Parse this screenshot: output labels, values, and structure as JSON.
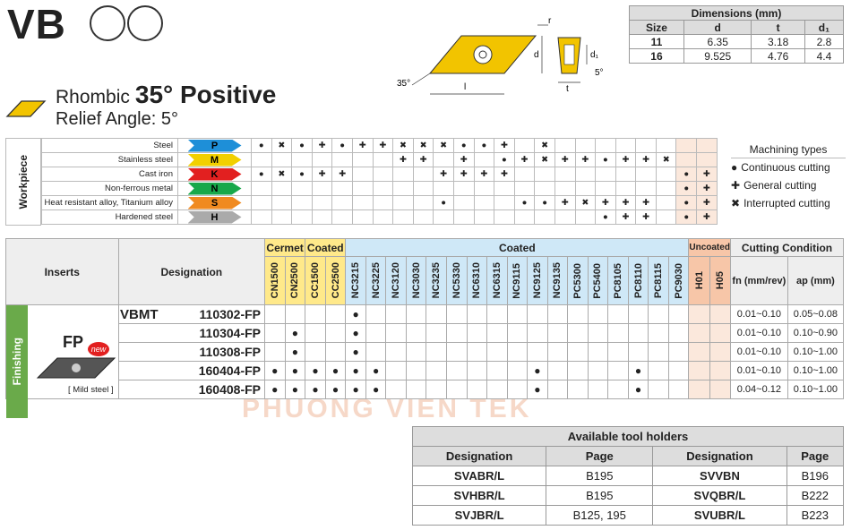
{
  "header": {
    "code": "VB",
    "shape": "Rhombic",
    "angle": "35° Positive",
    "relief": "Relief Angle: 5°"
  },
  "diagram": {
    "labels": [
      "r",
      "d",
      "d₁",
      "35°",
      "l",
      "5°",
      "t"
    ]
  },
  "watermark": "PHUONG VIEN TEK",
  "dimensions": {
    "title": "Dimensions (mm)",
    "headers": [
      "Size",
      "d",
      "t",
      "d₁"
    ],
    "rows": [
      [
        "11",
        "6.35",
        "3.18",
        "2.8"
      ],
      [
        "16",
        "9.525",
        "4.76",
        "4.4"
      ]
    ]
  },
  "workpiece": {
    "label": "Workpiece",
    "materials": [
      {
        "name": "Steel",
        "iso": "P",
        "color": "#1e8fd8"
      },
      {
        "name": "Stainless steel",
        "iso": "M",
        "color": "#f2d000"
      },
      {
        "name": "Cast iron",
        "iso": "K",
        "color": "#e22020"
      },
      {
        "name": "Non-ferrous metal",
        "iso": "N",
        "color": "#18a84a"
      },
      {
        "name": "Heat resistant alloy, Titanium alloy",
        "iso": "S",
        "color": "#f08a20"
      },
      {
        "name": "Hardened steel",
        "iso": "H",
        "color": "#aaaaaa"
      }
    ],
    "marks": [
      [
        "C",
        "I",
        "C",
        "G",
        "C",
        "G",
        "G",
        "I",
        "I",
        "I",
        "C",
        "C",
        "G",
        "",
        "I",
        "",
        "",
        "",
        "",
        "",
        "",
        "",
        ""
      ],
      [
        "",
        "",
        "",
        "",
        "",
        "",
        "",
        "G",
        "G",
        "",
        "G",
        "",
        "C",
        "G",
        "I",
        "G",
        "G",
        "C",
        "G",
        "G",
        "I",
        "",
        ""
      ],
      [
        "C",
        "I",
        "C",
        "G",
        "G",
        "",
        "",
        "",
        "",
        "G",
        "G",
        "G",
        "G",
        "",
        "",
        "",
        "",
        "",
        "",
        "",
        "",
        "C",
        "G"
      ],
      [
        "",
        "",
        "",
        "",
        "",
        "",
        "",
        "",
        "",
        "",
        "",
        "",
        "",
        "",
        "",
        "",
        "",
        "",
        "",
        "",
        "",
        "C",
        "G"
      ],
      [
        "",
        "",
        "",
        "",
        "",
        "",
        "",
        "",
        "",
        "C",
        "",
        "",
        "",
        "C",
        "C",
        "G",
        "I",
        "G",
        "G",
        "G",
        "",
        "C",
        "G"
      ],
      [
        "",
        "",
        "",
        "",
        "",
        "",
        "",
        "",
        "",
        "",
        "",
        "",
        "",
        "",
        "",
        "",
        "",
        "C",
        "G",
        "G",
        "",
        "C",
        "G"
      ]
    ]
  },
  "machining": {
    "title": "Machining types",
    "items": [
      {
        "sym": "●",
        "label": "Continuous cutting"
      },
      {
        "sym": "✚",
        "label": "General cutting"
      },
      {
        "sym": "✖",
        "label": "Interrupted cutting"
      }
    ]
  },
  "grades": {
    "inserts": "Inserts",
    "designation": "Designation",
    "groups": [
      {
        "label": "Cermet",
        "span": 2
      },
      {
        "label": "Coated",
        "span": 2
      },
      {
        "label": "Coated",
        "span": 17
      },
      {
        "label": "Uncoated",
        "span": 2
      }
    ],
    "cutting": "Cutting Condition",
    "fn": "fn (mm/rev)",
    "ap": "ap (mm)",
    "columns": [
      "CN1500",
      "CN2500",
      "CC1500",
      "CC2500",
      "NC3215",
      "NC3225",
      "NC3120",
      "NC3030",
      "NC3235",
      "NC5330",
      "NC6310",
      "NC6315",
      "NC9115",
      "NC9125",
      "NC9135",
      "PC5300",
      "PC5400",
      "PC8105",
      "PC8110",
      "PC8115",
      "PC9030",
      "H01",
      "H05"
    ],
    "section": "Finishing",
    "chipbreaker": "FP",
    "badge": "new",
    "insert_note": "[ Mild steel ]",
    "prefix": "VBMT",
    "rows": [
      {
        "name": "110302-FP",
        "fn": "0.01~0.10",
        "ap": "0.05~0.08",
        "marks": [
          0,
          0,
          0,
          0,
          1,
          0,
          0,
          0,
          0,
          0,
          0,
          0,
          0,
          0,
          0,
          0,
          0,
          0,
          0,
          0,
          0,
          0,
          0
        ]
      },
      {
        "name": "110304-FP",
        "fn": "0.01~0.10",
        "ap": "0.10~0.90",
        "marks": [
          0,
          1,
          0,
          0,
          1,
          0,
          0,
          0,
          0,
          0,
          0,
          0,
          0,
          0,
          0,
          0,
          0,
          0,
          0,
          0,
          0,
          0,
          0
        ]
      },
      {
        "name": "110308-FP",
        "fn": "0.01~0.10",
        "ap": "0.10~1.00",
        "marks": [
          0,
          1,
          0,
          0,
          1,
          0,
          0,
          0,
          0,
          0,
          0,
          0,
          0,
          0,
          0,
          0,
          0,
          0,
          0,
          0,
          0,
          0,
          0
        ]
      },
      {
        "name": "160404-FP",
        "fn": "0.01~0.10",
        "ap": "0.10~1.00",
        "marks": [
          1,
          1,
          1,
          1,
          1,
          1,
          0,
          0,
          0,
          0,
          0,
          0,
          0,
          1,
          0,
          0,
          0,
          0,
          1,
          0,
          0,
          0,
          0
        ]
      },
      {
        "name": "160408-FP",
        "fn": "0.04~0.12",
        "ap": "0.10~1.00",
        "marks": [
          1,
          1,
          1,
          1,
          1,
          1,
          0,
          0,
          0,
          0,
          0,
          0,
          0,
          1,
          0,
          0,
          0,
          0,
          1,
          0,
          0,
          0,
          0
        ]
      }
    ]
  },
  "holders": {
    "title": "Available tool holders",
    "headers": [
      "Designation",
      "Page",
      "Designation",
      "Page"
    ],
    "rows": [
      [
        "SVABR/L",
        "B195",
        "SVVBN",
        "B196"
      ],
      [
        "SVHBR/L",
        "B195",
        "SVQBR/L",
        "B222"
      ],
      [
        "SVJBR/L",
        "B125, 195",
        "SVUBR/L",
        "B223"
      ]
    ]
  },
  "colors": {
    "cermet": "#ffe98a",
    "coated": "#cfe8f7",
    "uncoated": "#f7c6a8",
    "finishing": "#6aaa4a",
    "insert_gold": "#f2c400"
  }
}
